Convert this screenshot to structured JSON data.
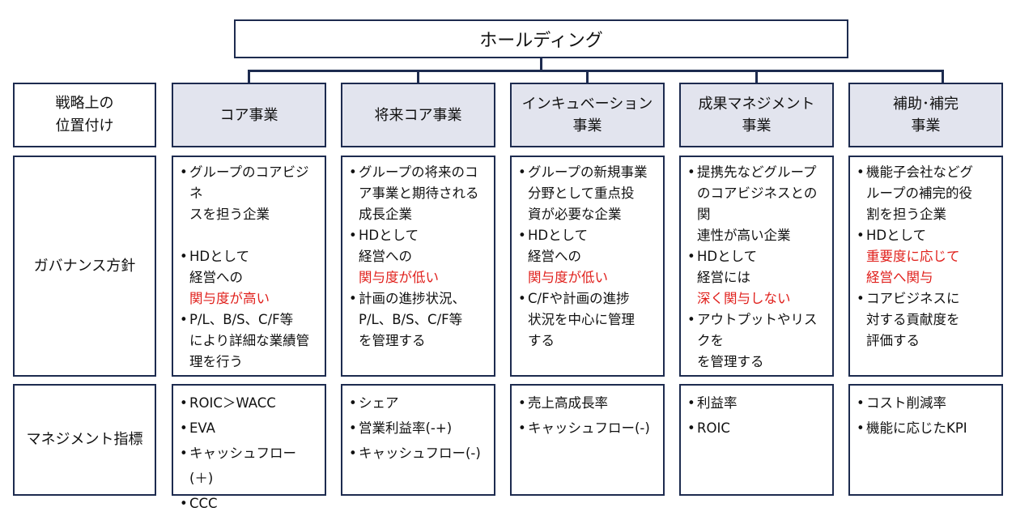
{
  "holding": "ホールディング",
  "row_labels": {
    "position": "戦略上の\n位置付け",
    "governance": "ガバナンス方針",
    "metrics": "マネジメント指標"
  },
  "columns": [
    {
      "category": "コア事業",
      "governance": [
        {
          "text": "グループのコアビジネ\nスを担う企業"
        },
        {
          "gap": true
        },
        {
          "text": "HDとして\n経営への",
          "emphasis": "関与度が高い"
        },
        {
          "text": "P/L、B/S、C/F等\nにより詳細な業績管\n理を行う"
        }
      ],
      "metrics": [
        "ROIC＞WACC",
        "EVA",
        "キャッシュフロー(＋)",
        "CCC"
      ]
    },
    {
      "category": "将来コア事業",
      "governance": [
        {
          "text": "グループの将来のコ\nア事業と期待される\n成長企業"
        },
        {
          "text": "HDとして\n経営への",
          "emphasis": "関与度が低い"
        },
        {
          "text": "計画の進捗状況、\nP/L、B/S、C/F等\nを管理する"
        }
      ],
      "metrics": [
        "シェア",
        "営業利益率(-+)",
        "キャッシュフロー(-)"
      ]
    },
    {
      "category": "インキュベーション\n事業",
      "governance": [
        {
          "text": "グループの新規事業\n分野として重点投\n資が必要な企業"
        },
        {
          "text": "HDとして\n経営への",
          "emphasis": "関与度が低い"
        },
        {
          "text": "C/Fや計画の進捗\n状況を中心に管理\nする"
        }
      ],
      "metrics": [
        "売上高成長率",
        "キャッシュフロー(-)"
      ]
    },
    {
      "category": "成果マネジメント\n事業",
      "governance": [
        {
          "text": "提携先などグループ\nのコアビジネスとの関\n連性が高い企業"
        },
        {
          "text": "HDとして\n経営には",
          "emphasis": "深く関与しない"
        },
        {
          "text": "アウトプットやリスクを\nを管理する"
        }
      ],
      "metrics": [
        "利益率",
        "ROIC"
      ]
    },
    {
      "category": "補助･補完\n事業",
      "governance": [
        {
          "text": "機能子会社などグ\nループの補完的役\n割を担う企業"
        },
        {
          "text": "HDとして",
          "emphasis": "重要度に応じて\n経営へ関与"
        },
        {
          "text": "コアビジネスに\n対する貢献度を\n評価する"
        }
      ],
      "metrics": [
        "コスト削減率",
        "機能に応じたKPI"
      ]
    }
  ]
}
